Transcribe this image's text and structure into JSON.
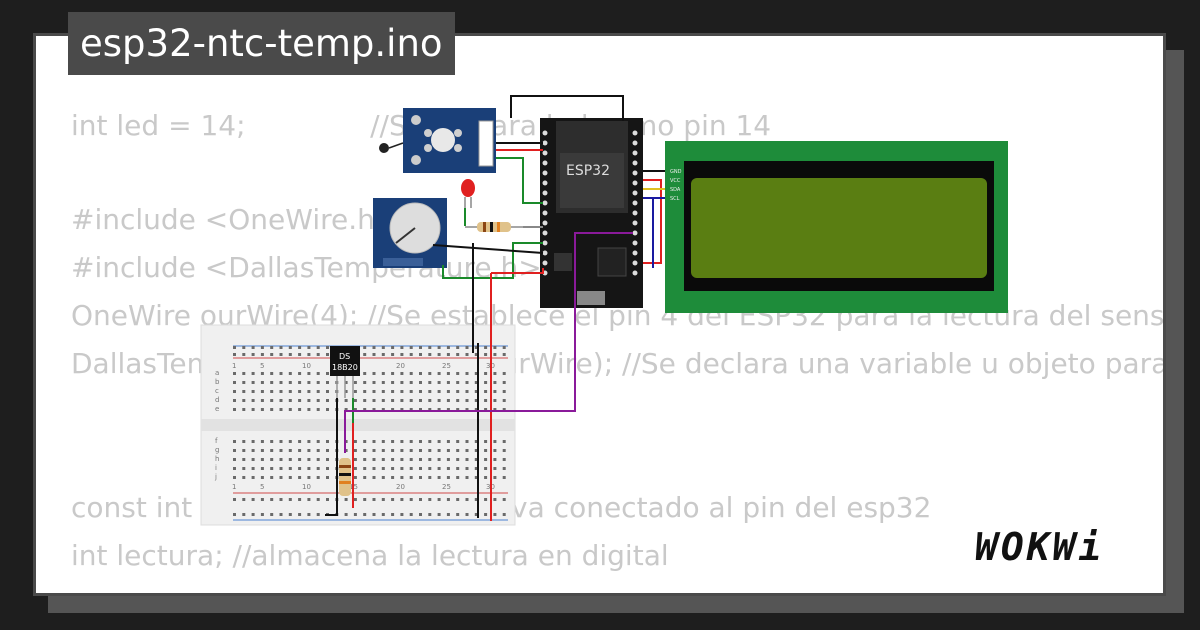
{
  "file_title": "esp32-ntc-temp.ino",
  "code_lines": [
    "int led = 14;              //Se declara led como pin 14",
    "#include <OneWire.h>",
    "#include <DallasTemperature.h>",
    "OneWire ourWire(4); //Se establece el pin 4 del ESP32 para la lectura del sensor",
    "DallasTemperature sensors(&ourWire); //Se declara una variable u objeto para nuestro sensor",
    "const int pinNTC = 34; //donde va conectado al pin del esp32",
    "int lectura; //almacena la lectura en digital"
  ],
  "parts": {
    "mcu_label": "ESP32",
    "sensor_label_1": "DS",
    "sensor_label_2": "18B20",
    "lcd_pins": [
      "GND",
      "VCC",
      "SDA",
      "SCL"
    ]
  },
  "breadboard": {
    "col_numbers": [
      "1",
      "5",
      "10",
      "15",
      "20",
      "25",
      "30"
    ],
    "row_letters_top": [
      "a",
      "b",
      "c",
      "d",
      "e"
    ],
    "row_letters_bottom": [
      "f",
      "g",
      "h",
      "i",
      "j"
    ]
  },
  "brand": "WOKWi",
  "colors": {
    "lcd_frame": "#1e8c3a",
    "lcd_screen": "#5a7e12",
    "ntc_module": "#1a3f78",
    "wire_red": "#e02020",
    "wire_purple": "#8a1a9a",
    "wire_green": "#1a8a2a",
    "wire_black": "#111111"
  }
}
